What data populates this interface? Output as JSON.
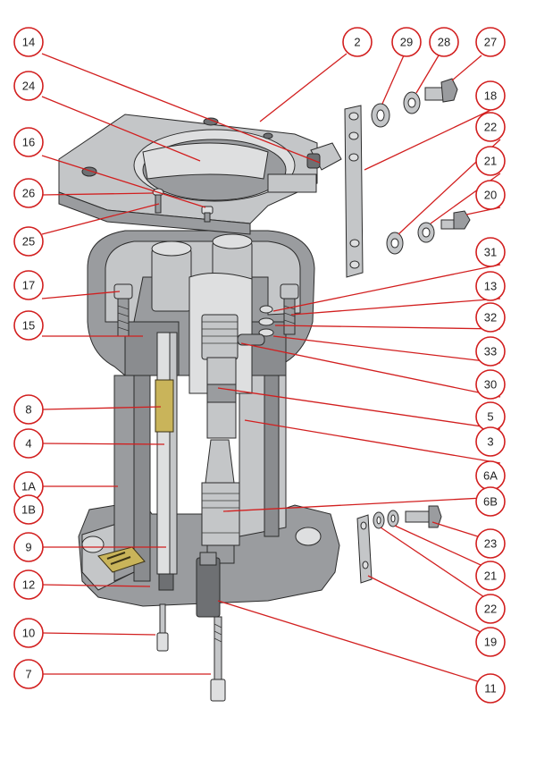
{
  "diagram": {
    "colors": {
      "callout": "#d21f1f",
      "metal_dark": "#6e7073",
      "metal": "#9a9c9f",
      "metal_light": "#c4c6c8",
      "brass": "#c9b45a"
    },
    "callouts": {
      "c14": "14",
      "c2": "2",
      "c29": "29",
      "c28": "28",
      "c27": "27",
      "c24": "24",
      "c18": "18",
      "c22a": "22",
      "c16": "16",
      "c21a": "21",
      "c26": "26",
      "c20": "20",
      "c25": "25",
      "c31": "31",
      "c17": "17",
      "c13": "13",
      "c32": "32",
      "c15": "15",
      "c33": "33",
      "c30": "30",
      "c8": "8",
      "c5": "5",
      "c4": "4",
      "c3": "3",
      "c6a": "6A",
      "c1a": "1A",
      "c6b": "6B",
      "c1b": "1B",
      "c23": "23",
      "c9": "9",
      "c21b": "21",
      "c12": "12",
      "c22b": "22",
      "c10": "10",
      "c19": "19",
      "c7": "7",
      "c11": "11"
    }
  }
}
